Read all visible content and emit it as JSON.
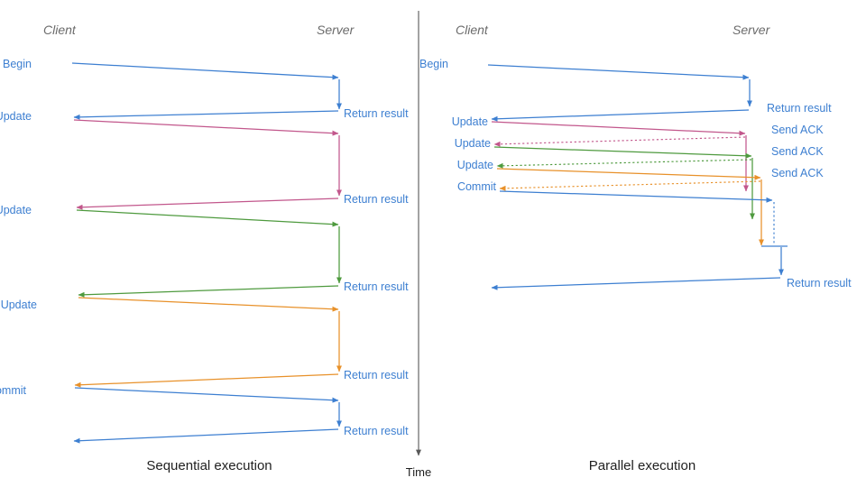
{
  "figure": {
    "title_left": "Sequential execution",
    "title_right": "Parallel execution",
    "time_axis_label": "Time"
  },
  "colors": {
    "blue": "#3d7fd1",
    "pink": "#c2578c",
    "green": "#4e9a3e",
    "orange": "#e8912a",
    "axis": "#585858",
    "lane": "#6b6b6b",
    "caption": "#1f1f1f"
  },
  "panels": [
    {
      "id": "sequential",
      "caption": "Sequential execution",
      "lanes": {
        "client": "Client",
        "server": "Server"
      },
      "messages": [
        {
          "request": "Begin",
          "response": "Return result",
          "color": "blue"
        },
        {
          "request": "Update",
          "response": "Return result",
          "color": "pink"
        },
        {
          "request": "Update",
          "response": "Return result",
          "color": "green"
        },
        {
          "request": "Update",
          "response": "Return result",
          "color": "orange"
        },
        {
          "request": "Commit",
          "response": "Return result",
          "color": "blue"
        }
      ]
    },
    {
      "id": "parallel",
      "caption": "Parallel execution",
      "lanes": {
        "client": "Client",
        "server": "Server"
      },
      "messages": [
        {
          "request": "Begin",
          "response": "Return result",
          "color": "blue"
        },
        {
          "request": "Update",
          "response": "Send ACK",
          "color": "pink"
        },
        {
          "request": "Update",
          "response": "Send ACK",
          "color": "green"
        },
        {
          "request": "Update",
          "response": "Send ACK",
          "color": "orange"
        },
        {
          "request": "Commit",
          "response": "Return result",
          "color": "blue"
        }
      ]
    }
  ]
}
